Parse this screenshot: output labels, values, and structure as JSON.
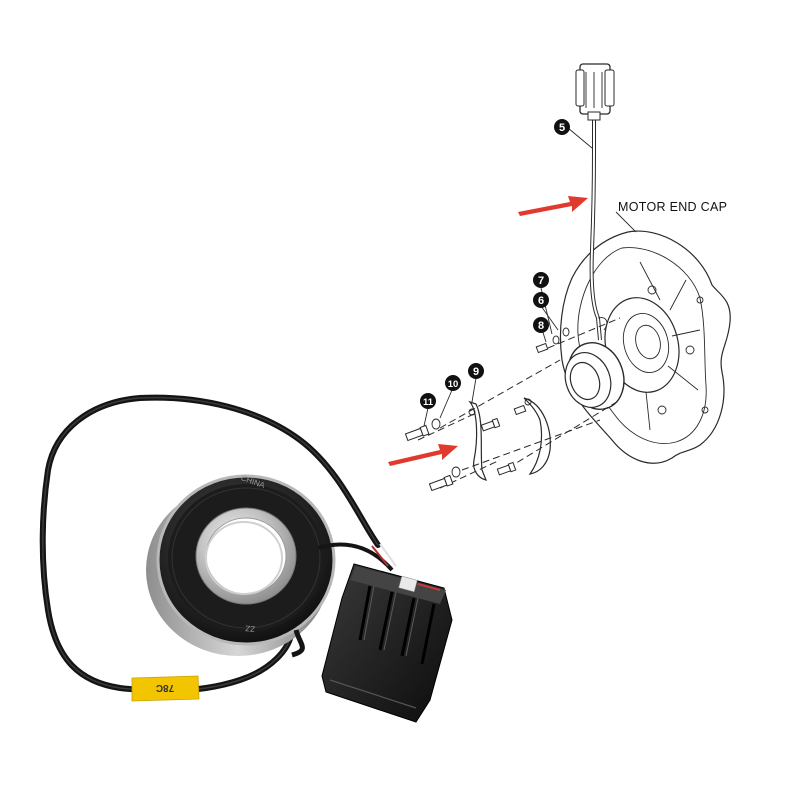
{
  "diagram": {
    "label_motor_end_cap": "MOTOR END CAP",
    "callouts": [
      "5",
      "7",
      "6",
      "8",
      "11",
      "10",
      "9"
    ],
    "arrow_color": "#e03a2f"
  },
  "photo": {
    "bearing_print": "CHINA",
    "bearing_print_2": "ZZ",
    "cable_tag_text": "78C",
    "cable_tag_color": "#f2c500"
  }
}
